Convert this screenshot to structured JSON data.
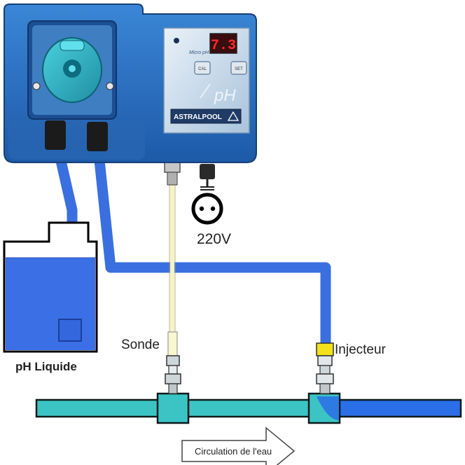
{
  "device": {
    "brand": "ASTRALPOOL",
    "display_value": "7.3",
    "display_sub": "Micro pH",
    "buttons": [
      "CAL",
      "SET"
    ],
    "panel_mark": "pH"
  },
  "labels": {
    "tank": "pH Liquide",
    "probe": "Sonde",
    "injector": "Injecteur",
    "power": "220V",
    "flow": "Circulation de l'eau"
  },
  "colors": {
    "tube": "#3a6fe0",
    "pipe": "#3cc4c4",
    "pipe_blue": "#2a6ee8",
    "tank_liquid": "#3b6fe6",
    "housing": "#2e6fbf",
    "pump_head": "#2bb3c8",
    "display": "#d8101a",
    "probe_wire": "#f7f3c4",
    "injector": "#f2e21a"
  }
}
